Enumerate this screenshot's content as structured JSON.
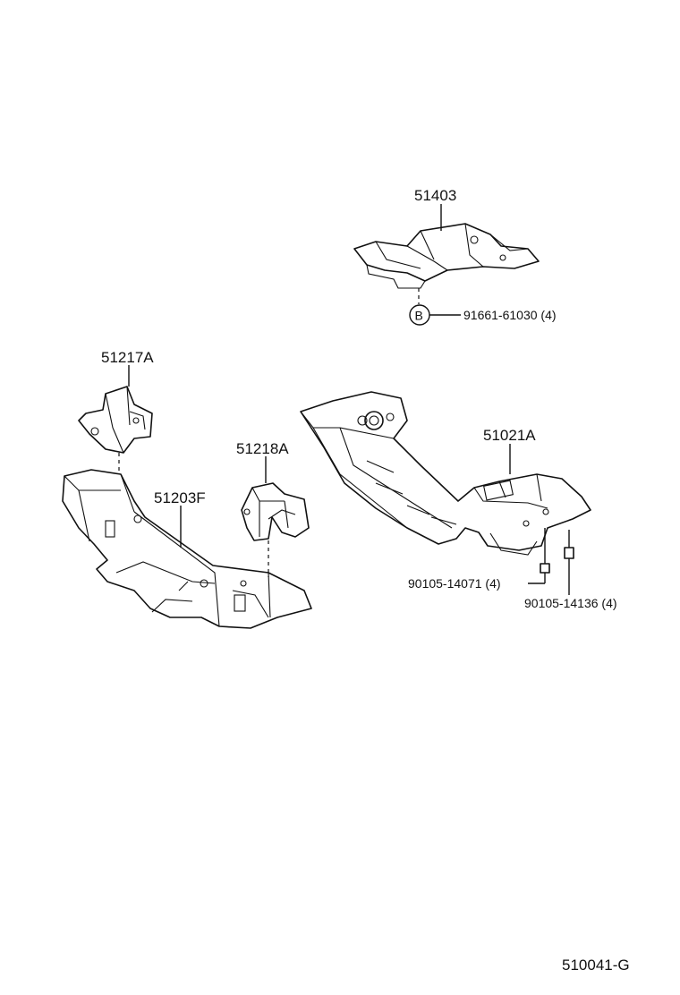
{
  "parts": {
    "p51403": "51403",
    "p51217A": "51217A",
    "p51218A": "51218A",
    "p51203F": "51203F",
    "p51021A": "51021A",
    "b_bolt": "91661-61030 (4)",
    "bolt_14071": "90105-14071 (4)",
    "bolt_14136": "90105-14136 (4)"
  },
  "callout_b": "B",
  "figure_code": "510041-G"
}
